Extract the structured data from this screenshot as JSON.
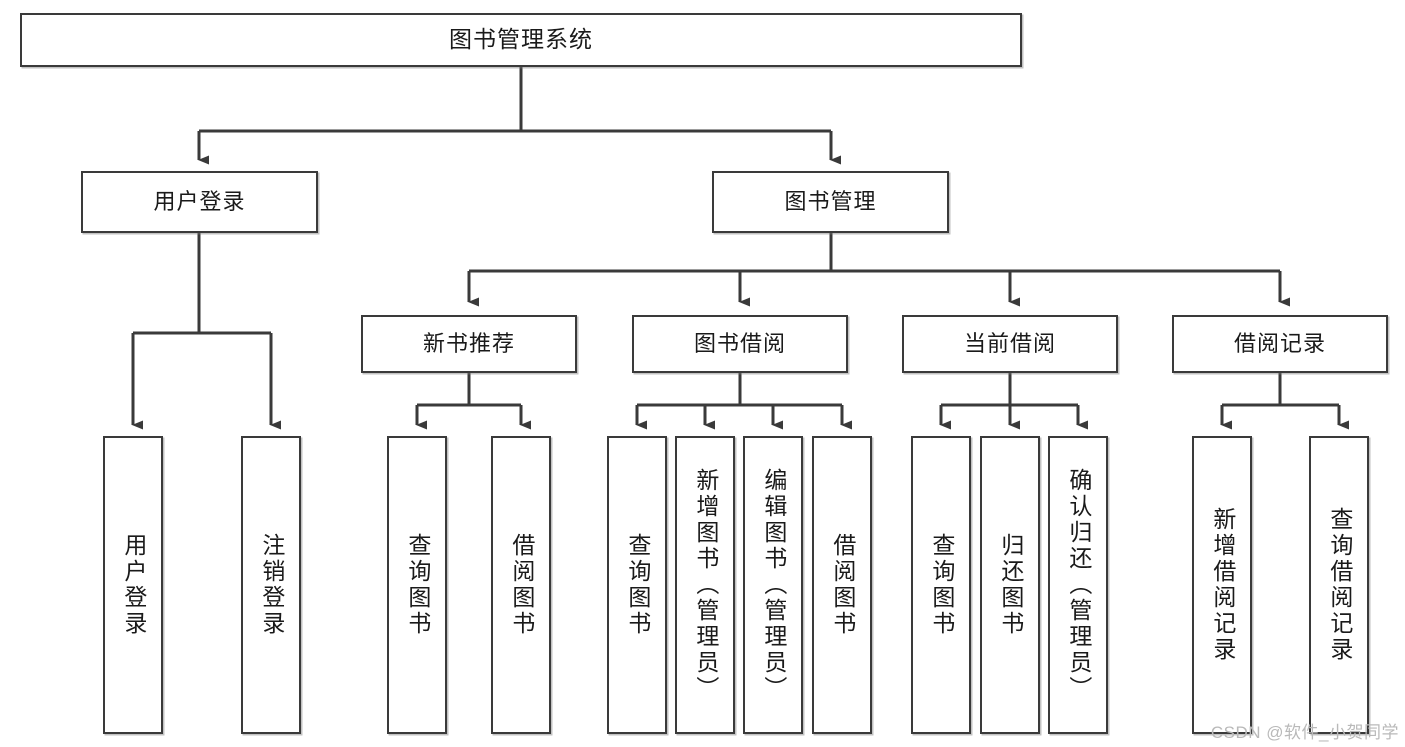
{
  "diagram": {
    "title": "图书管理系统",
    "watermark": "CSDN @软件_小贺同学",
    "line_color": "#3a3a3a",
    "box_fill": "#ffffff",
    "text_color": "#1a1a1a",
    "nodes": {
      "root": {
        "label": "图书管理系统"
      },
      "level2": [
        {
          "label": "用户登录"
        },
        {
          "label": "图书管理"
        }
      ],
      "level3": [
        {
          "label": "新书推荐"
        },
        {
          "label": "图书借阅"
        },
        {
          "label": "当前借阅"
        },
        {
          "label": "借阅记录"
        }
      ],
      "leaves": {
        "user_login": [
          {
            "label": "用户登录"
          },
          {
            "label": "注销登录"
          }
        ],
        "new_book": [
          {
            "label": "查询图书"
          },
          {
            "label": "借阅图书"
          }
        ],
        "book_borrow": [
          {
            "label": "查询图书"
          },
          {
            "label": "新增图书（管理员）"
          },
          {
            "label": "编辑图书（管理员）"
          },
          {
            "label": "借阅图书"
          }
        ],
        "current_borrow": [
          {
            "label": "查询图书"
          },
          {
            "label": "归还图书"
          },
          {
            "label": "确认归还（管理员）"
          }
        ],
        "borrow_record": [
          {
            "label": "新增借阅记录"
          },
          {
            "label": "查询借阅记录"
          }
        ]
      }
    }
  }
}
